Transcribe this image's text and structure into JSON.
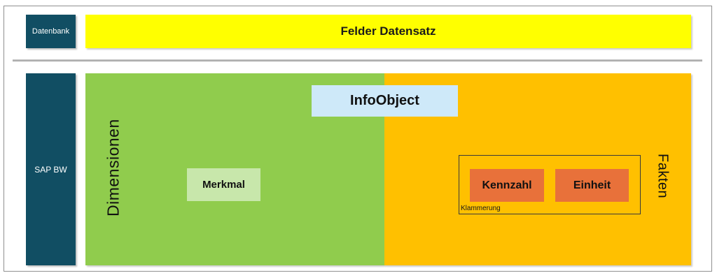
{
  "colors": {
    "teal": "#114e63",
    "yellow": "#ffff00",
    "green": "#90cc4d",
    "palegreen": "#c8e7ab",
    "orange": "#ffc000",
    "orangered": "#e8713a",
    "lightblue": "#cee9f9"
  },
  "database_row": {
    "datenbank_label": "Datenbank",
    "felder_datensatz_label": "Felder Datensatz"
  },
  "sapbw_row": {
    "sapbw_label": "SAP BW",
    "dimensionen_label": "Dimensionen",
    "fakten_label": "Fakten",
    "infoobject_label": "InfoObject",
    "merkmal_label": "Merkmal",
    "kennzahl_label": "Kennzahl",
    "einheit_label": "Einheit",
    "klammerung_label": "Klammerung"
  }
}
